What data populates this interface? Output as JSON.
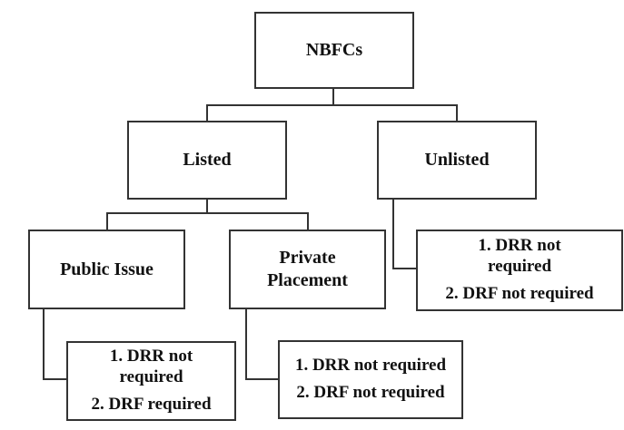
{
  "diagram": {
    "nodes": {
      "nbfcs": "NBFCs",
      "listed": "Listed",
      "unlisted": "Unlisted",
      "public_issue": "Public Issue",
      "private_placement": "Private\nPlacement"
    },
    "notes": {
      "unlisted": {
        "item1": "1. DRR not\nrequired",
        "item2": "2. DRF not required"
      },
      "public_issue": {
        "item1": "1. DRR not\nrequired",
        "item2": "2. DRF required"
      },
      "private_placement": {
        "item1": "1. DRR not required",
        "item2": "2. DRF not required"
      }
    },
    "colors": {
      "line": "#333333",
      "text": "#111111",
      "background": "#ffffff"
    }
  }
}
